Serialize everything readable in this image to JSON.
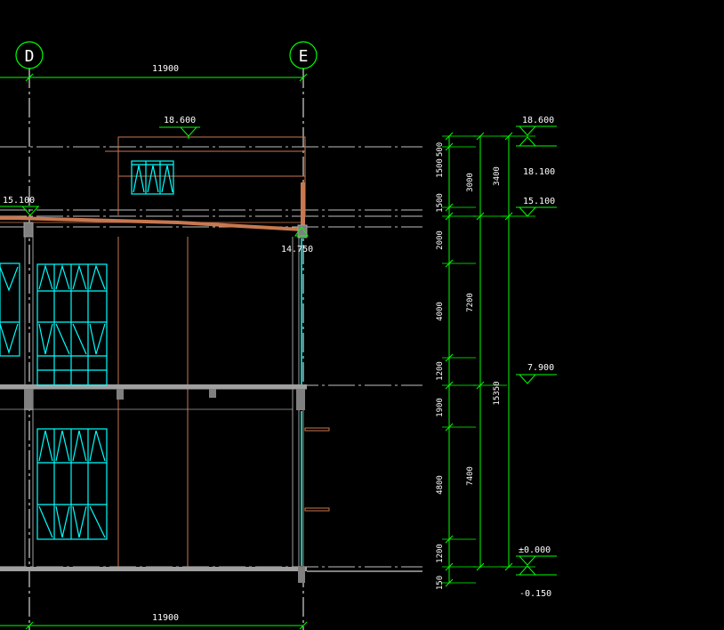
{
  "grid_axes": {
    "left_label": "D",
    "right_label": "E"
  },
  "span": {
    "top_dim": "11900",
    "bottom_dim": "11900"
  },
  "elevations": {
    "top_mark": "18.600",
    "top_mark_right": "18.600",
    "parapet_right": "18.100",
    "roof_left": "15.100",
    "roof_right": "15.100",
    "gutter": "14.750",
    "floor2": "7.900",
    "ground": "±0.000",
    "below_ground": "-0.150"
  },
  "segment_dims": [
    "500",
    "1500",
    "1500",
    "2000",
    "4000",
    "1200",
    "1900",
    "4800",
    "1200",
    "150"
  ],
  "subtotal_dims": {
    "parapet_a": "3000",
    "parapet_b": "3400",
    "upper_floor": "7200",
    "lower_floor": "7400",
    "overall": "15350"
  },
  "colors": {
    "background": "#000000",
    "grid_line": "#ffffff",
    "dimension": "#00ff00",
    "window": "#00ffff",
    "wall": "#c87850",
    "slab": "#a0a0a0",
    "text": "#ffffff"
  }
}
